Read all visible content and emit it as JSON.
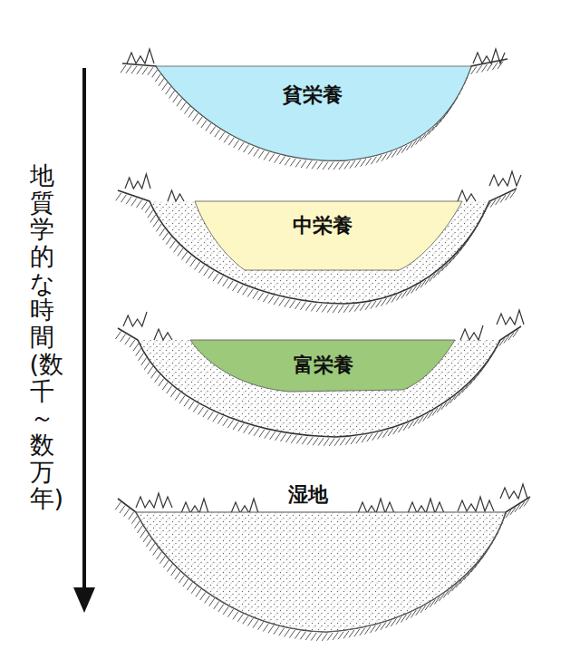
{
  "diagram": {
    "nodes": [
      {
        "text": [
          "貧栄養"
        ]
      },
      {
        "text": [
          "中栄養"
        ]
      },
      {
        "text": [
          "富栄養"
        ]
      },
      {
        "text": [
          "湿地"
        ]
      }
    ],
    "labels": [
      "地質学的な時間(数千～数万年)"
    ]
  }
}
